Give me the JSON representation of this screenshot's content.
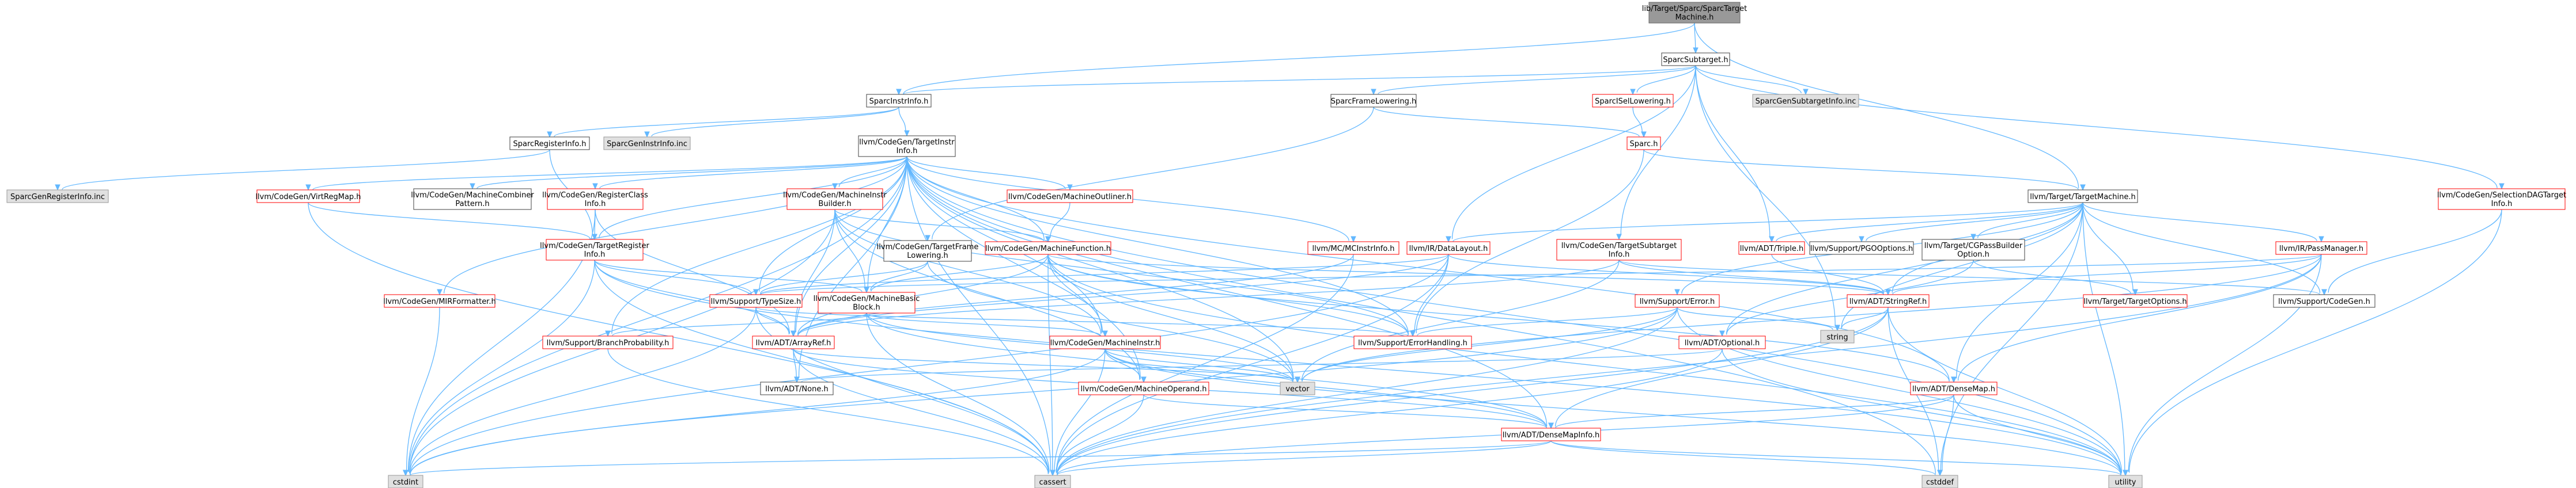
{
  "colors": {
    "edge": "#63b8ff",
    "link_border": "#404040",
    "incomplete_border": "#ff0000",
    "root_fill": "#999999",
    "system_fill": "#e0e0e0",
    "system_border": "#999999"
  },
  "nodes": {
    "root": [
      "lib/Target/Sparc/SparcTarget",
      "Machine.h"
    ],
    "sparc_subtarget": [
      "SparcSubtarget.h"
    ],
    "sparc_instrinfo": [
      "SparcInstrInfo.h"
    ],
    "sparc_framelowering": [
      "SparcFrameLowering.h"
    ],
    "sparc_isellowering": [
      "SparcISelLowering.h"
    ],
    "sparc_gen_subtarget": [
      "SparcGenSubtargetInfo.inc"
    ],
    "sparc_registerinfo": [
      "SparcRegisterInfo.h"
    ],
    "sparc_gen_instrinfo": [
      "SparcGenInstrInfo.inc"
    ],
    "sparc_gen_registerinfo": [
      "SparcGenRegisterInfo.inc"
    ],
    "target_instrinfo": [
      "llvm/CodeGen/TargetInstr",
      "Info.h"
    ],
    "sparc_h": [
      "Sparc.h"
    ],
    "target_machine": [
      "llvm/Target/TargetMachine.h"
    ],
    "selection_dag": [
      "llvm/CodeGen/SelectionDAGTarget",
      "Info.h"
    ],
    "virtregmap": [
      "llvm/CodeGen/VirtRegMap.h"
    ],
    "machine_combiner": [
      "llvm/CodeGen/MachineCombiner",
      "Pattern.h"
    ],
    "register_classinfo": [
      "llvm/CodeGen/RegisterClass",
      "Info.h"
    ],
    "machine_instr_builder": [
      "llvm/CodeGen/MachineInstr",
      "Builder.h"
    ],
    "machine_outliner": [
      "llvm/CodeGen/MachineOutliner.h"
    ],
    "mc_instrinfo": [
      "llvm/MC/MCInstrInfo.h"
    ],
    "datalayout": [
      "llvm/IR/DataLayout.h"
    ],
    "target_subtarget": [
      "llvm/CodeGen/TargetSubtarget",
      "Info.h"
    ],
    "adt_triple": [
      "llvm/ADT/Triple.h"
    ],
    "pgo_options": [
      "llvm/Support/PGOOptions.h"
    ],
    "cg_pass_builder": [
      "llvm/Target/CGPassBuilder",
      "Option.h"
    ],
    "pass_manager": [
      "llvm/IR/PassManager.h"
    ],
    "support_codegen": [
      "llvm/Support/CodeGen.h"
    ],
    "target_register": [
      "llvm/CodeGen/TargetRegister",
      "Info.h"
    ],
    "target_frame": [
      "llvm/CodeGen/TargetFrame",
      "Lowering.h"
    ],
    "machine_function": [
      "llvm/CodeGen/MachineFunction.h"
    ],
    "support_error": [
      "llvm/Support/Error.h"
    ],
    "adt_stringref": [
      "llvm/ADT/StringRef.h"
    ],
    "target_options": [
      "llvm/Target/TargetOptions.h"
    ],
    "mir_formatter": [
      "llvm/CodeGen/MIRFormatter.h"
    ],
    "typesize": [
      "llvm/Support/TypeSize.h"
    ],
    "machine_basic": [
      "llvm/CodeGen/MachineBasic",
      "Block.h"
    ],
    "string": [
      "string"
    ],
    "branch_prob": [
      "llvm/Support/BranchProbability.h"
    ],
    "adt_arrayref": [
      "llvm/ADT/ArrayRef.h"
    ],
    "machine_instr": [
      "llvm/CodeGen/MachineInstr.h"
    ],
    "error_handling": [
      "llvm/Support/ErrorHandling.h"
    ],
    "adt_optional": [
      "llvm/ADT/Optional.h"
    ],
    "adt_none": [
      "llvm/ADT/None.h"
    ],
    "machine_operand": [
      "llvm/CodeGen/MachineOperand.h"
    ],
    "vector": [
      "vector"
    ],
    "adt_densemap": [
      "llvm/ADT/DenseMap.h"
    ],
    "adt_densemapinfo": [
      "llvm/ADT/DenseMapInfo.h"
    ],
    "cstdint": [
      "cstdint"
    ],
    "cassert": [
      "cassert"
    ],
    "cstddef": [
      "cstddef"
    ],
    "utility": [
      "utility"
    ]
  }
}
